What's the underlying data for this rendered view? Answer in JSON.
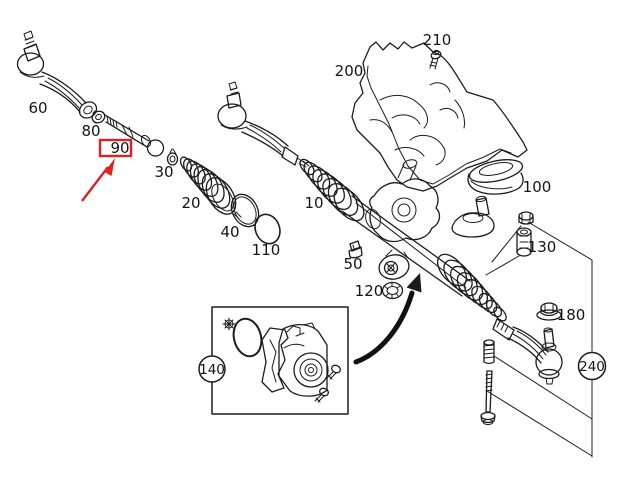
{
  "figure": {
    "type": "exploded-parts-diagram",
    "background_color": "#ffffff",
    "line_color": "#1c1c1c",
    "highlight_color": "#dd2222",
    "highlighted_part": "90"
  },
  "labels": {
    "outer_tie_rod": "60",
    "lock_nut": "80",
    "inner_tie_rod": "90",
    "boot_clamp": "30",
    "bellows_boot": "20",
    "clamp_ring": "40",
    "o_ring": "110",
    "steering_gear": "10",
    "heat_shield": "200",
    "shield_bolt": "210",
    "sealing_grommet": "100",
    "mount_sleeve": "130",
    "clip": "50",
    "rubber_mount": "120",
    "tie_rod_nut": "180",
    "tie_rod_kit": "240",
    "motor_kit": "140"
  }
}
